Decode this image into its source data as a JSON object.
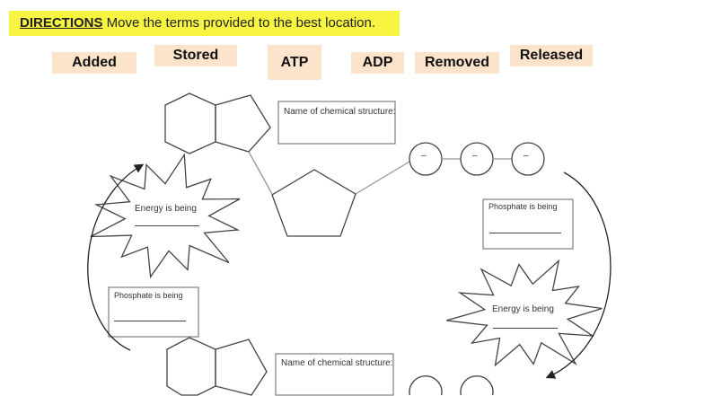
{
  "directions": {
    "heading": "DIRECTIONS",
    "text": " Move the terms provided to the best location."
  },
  "terms": [
    "Added",
    "Stored",
    "ATP",
    "ADP",
    "Removed",
    "Released"
  ],
  "diagram": {
    "name_label_top": "Name of chemical structure:",
    "name_label_bottom": "Name of chemical structure:",
    "energy_label_left": "Energy is being",
    "energy_label_right": "Energy is being",
    "phosphate_label_right": "Phosphate is being",
    "phosphate_label_left": "Phosphate is being",
    "phosphate_symbol": "–"
  },
  "colors": {
    "highlight": "#f7f542",
    "tile": "#fbe3cc"
  }
}
